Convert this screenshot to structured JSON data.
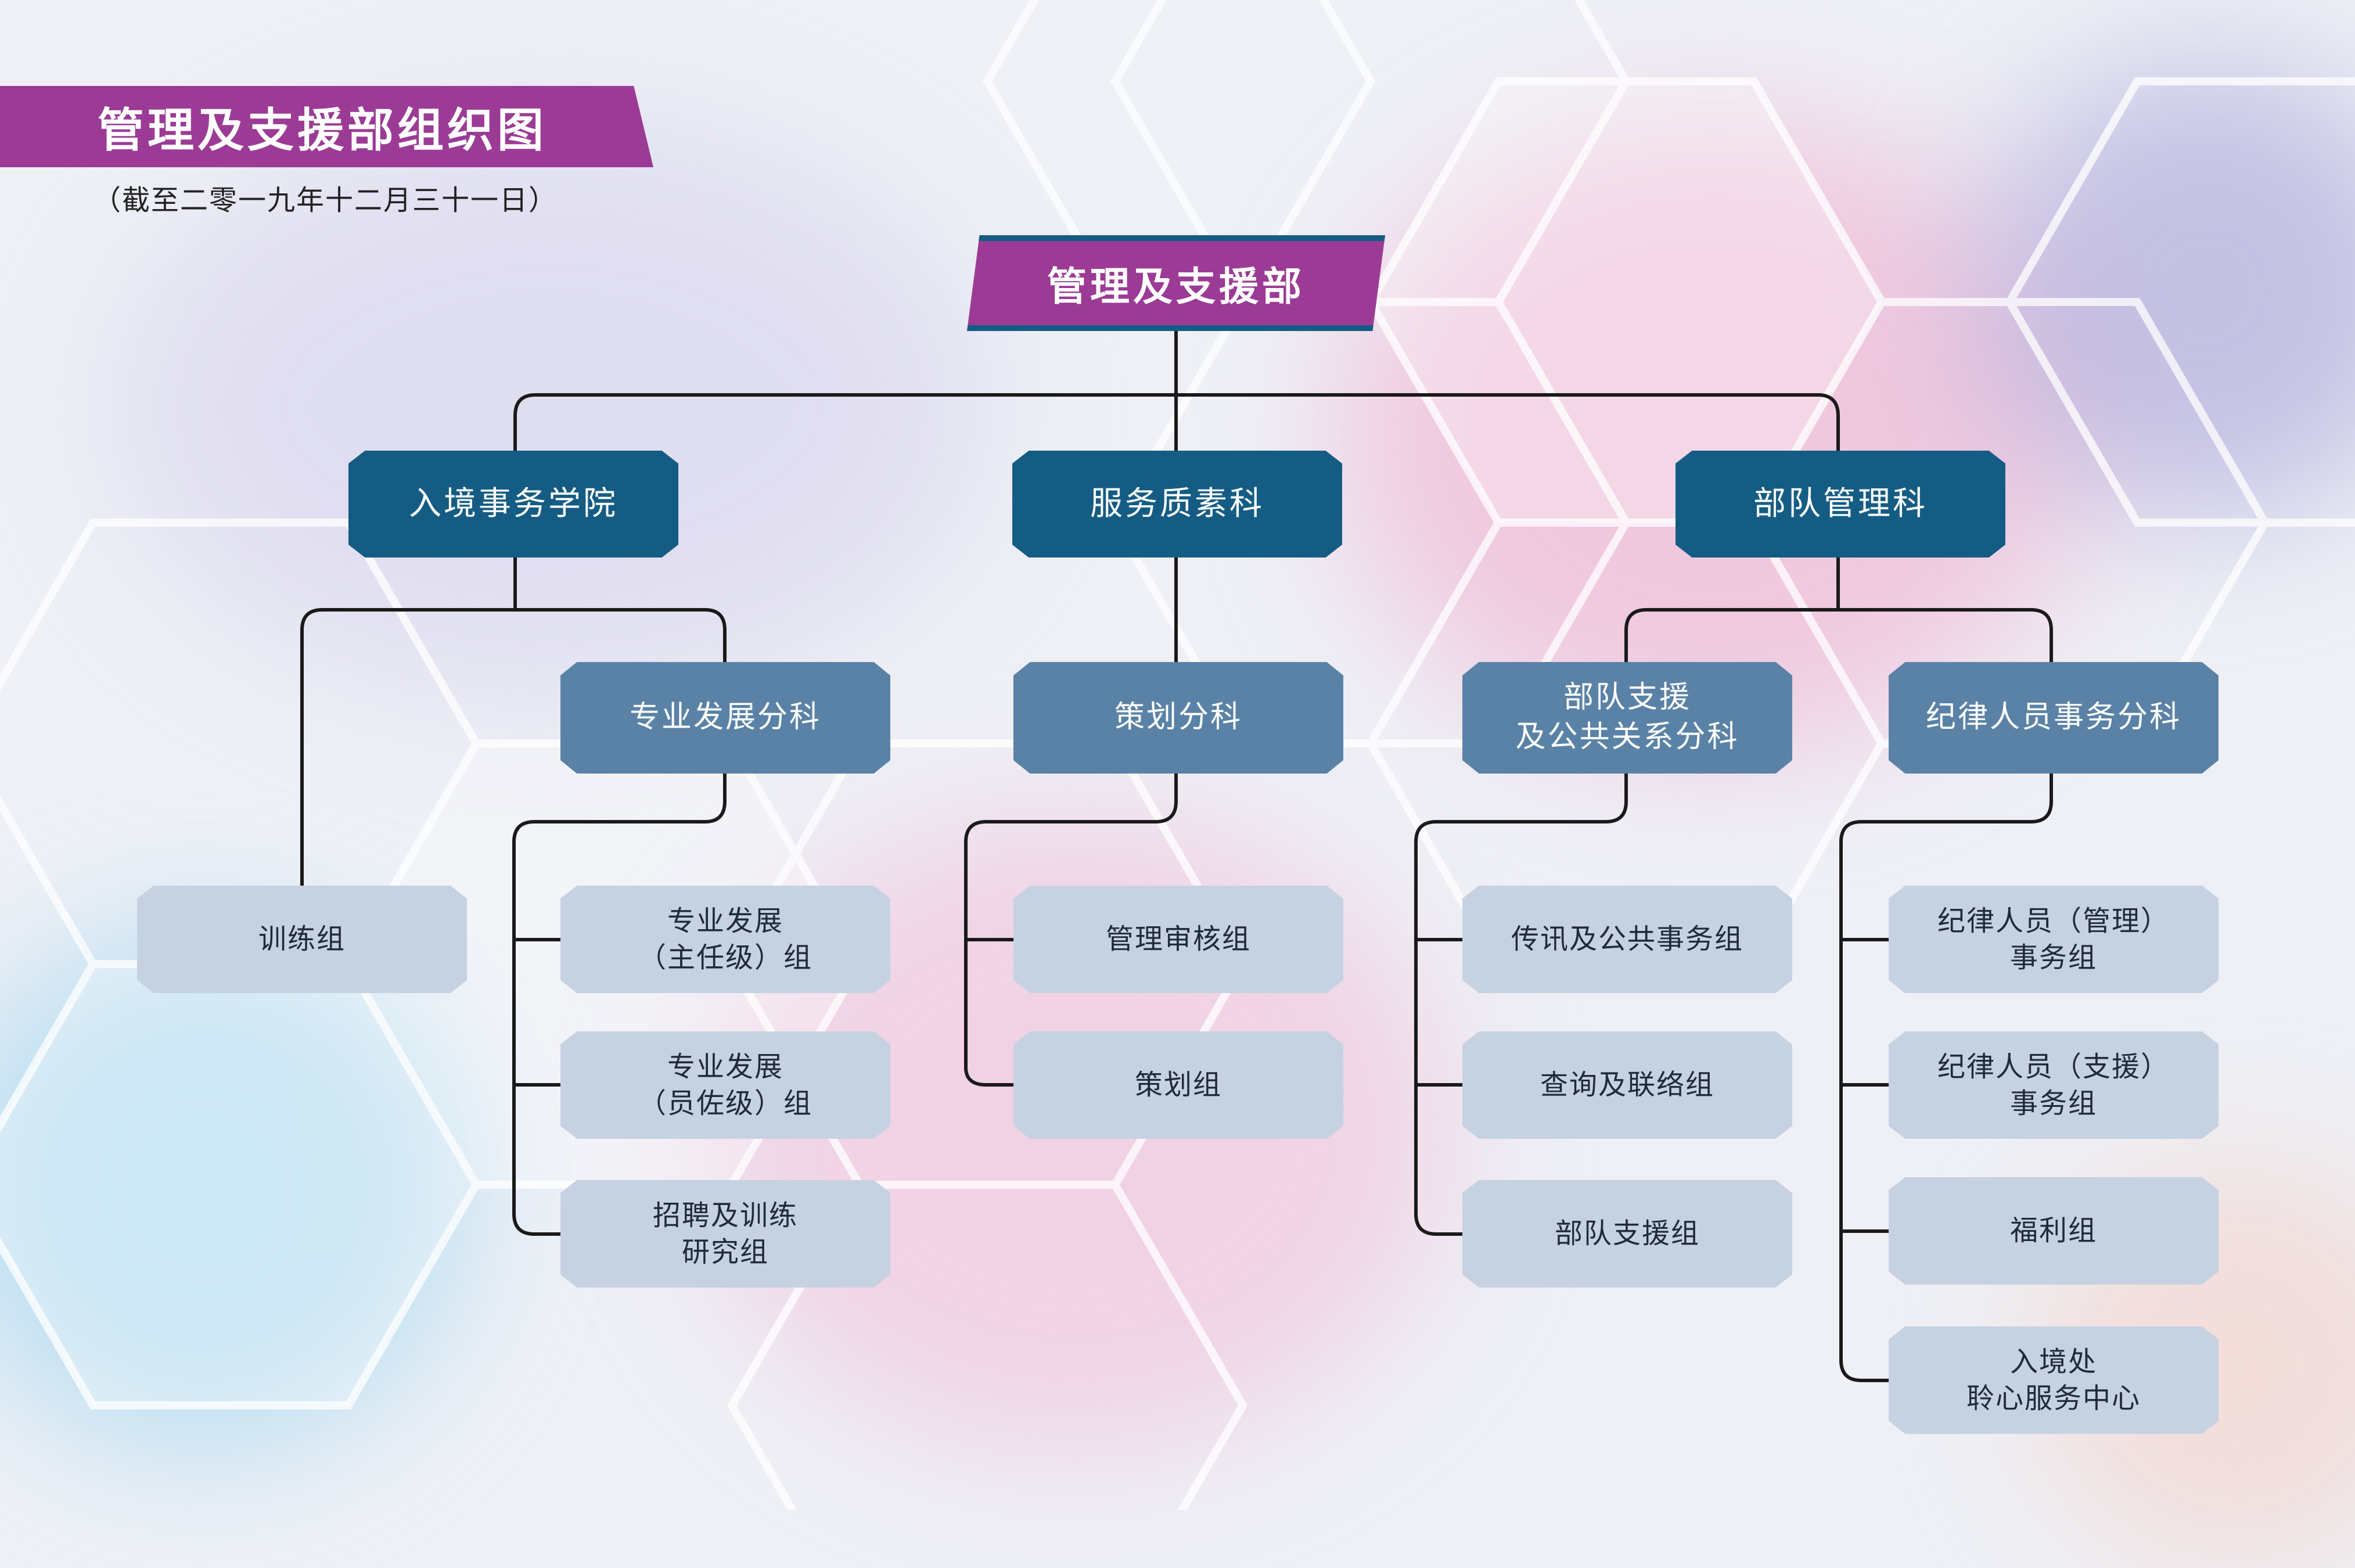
{
  "title": "管理及支援部组织图",
  "subtitle": "（截至二零一九年十二月三十一日）",
  "root": "管理及支援部",
  "level1": {
    "academy": "入境事务学院",
    "quality": "服务质素科",
    "force": "部队管理科"
  },
  "level2": {
    "prof_dev": "专业发展分科",
    "planning": "策划分科",
    "support_pr": "部队支援\n及公共关系分科",
    "disciplined": "纪律人员事务分科"
  },
  "level3": {
    "training": "训练组",
    "prof_dev_supervisor": "专业发展\n（主任级）组",
    "prof_dev_assistant": "专业发展\n（员佐级）组",
    "recruit_research": "招聘及训练\n研究组",
    "mgmt_audit": "管理审核组",
    "planning_unit": "策划组",
    "comms": "传讯及公共事务组",
    "enquiry": "查询及联络组",
    "force_support": "部队支援组",
    "disc_mgmt": "纪律人员（管理）\n事务组",
    "disc_support": "纪律人员（支援）\n事务组",
    "welfare": "福利组",
    "counseling": "入境处\n聆心服务中心"
  },
  "colors": {
    "purple": "#9b3b95",
    "navy": "#145c84",
    "steel": "#5a82a6",
    "pale": "#c6d2e1"
  }
}
